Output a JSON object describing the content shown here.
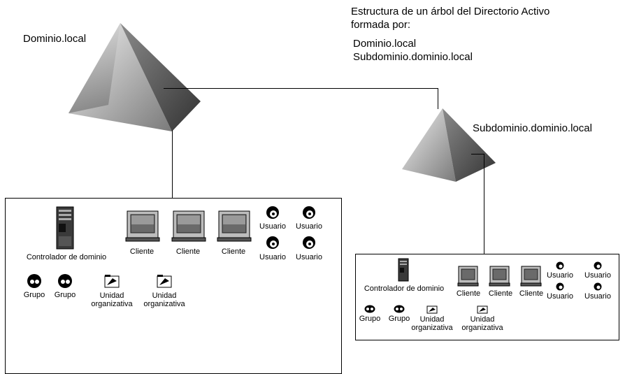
{
  "caption": {
    "line1": "Estructura de un árbol del Directorio Activo",
    "line2": "formada por:",
    "line3": "Dominio.local",
    "line4": "Subdominio.dominio.local"
  },
  "domain_main": {
    "name": "Dominio.local",
    "server_label": "Controlador de dominio",
    "client_labels": [
      "Cliente",
      "Cliente",
      "Cliente"
    ],
    "user_labels": [
      "Usuario",
      "Usuario",
      "Usuario",
      "Usuario"
    ],
    "group_labels": [
      "Grupo",
      "Grupo"
    ],
    "ou_labels": [
      [
        "Unidad",
        "organizativa"
      ],
      [
        "Unidad",
        "organizativa"
      ]
    ]
  },
  "domain_sub": {
    "name": "Subdominio.dominio.local",
    "server_label": "Controlador de dominio",
    "client_labels": [
      "Cliente",
      "Cliente",
      "Cliente"
    ],
    "user_labels": [
      "Usuario",
      "Usuario",
      "Usuario",
      "Usuario"
    ],
    "group_labels": [
      "Grupo",
      "Grupo"
    ],
    "ou_labels": [
      [
        "Unidad",
        "organizativa"
      ],
      [
        "Unidad",
        "organizativa"
      ]
    ]
  }
}
